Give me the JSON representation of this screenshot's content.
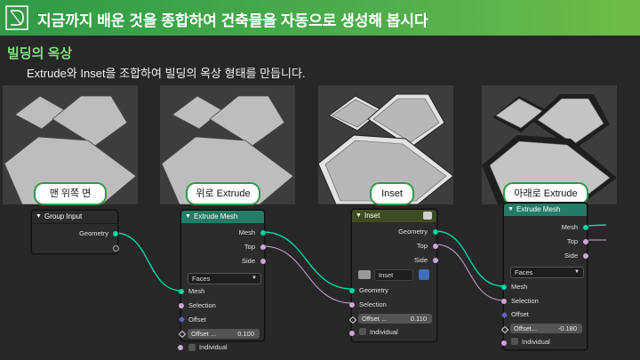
{
  "banner": {
    "title": "지금까지 배운 것을 종합하여 건축물을 자동으로 생성해 봅시다"
  },
  "section": {
    "title": "빌딩의 옥상",
    "description": "Extrude와 Inset을 조합하여 빌딩의 옥상 형태를 만듭니다."
  },
  "steps": [
    {
      "label": "맨 위쪽 면"
    },
    {
      "label": "위로 Extrude"
    },
    {
      "label": "Inset"
    },
    {
      "label": "아래로 Extrude"
    }
  ],
  "nodes": {
    "group_input": {
      "title": "Group Input",
      "outputs": [
        "Geometry"
      ]
    },
    "extrude1": {
      "title": "Extrude Mesh",
      "outputs": [
        "Mesh",
        "Top",
        "Side"
      ],
      "mode": "Faces",
      "inputs": [
        "Mesh",
        "Selection",
        "Offset"
      ],
      "offset_label": "Offset ...",
      "offset_value": "0.100",
      "individual": "Individual"
    },
    "inset": {
      "title": "Inset",
      "outputs": [
        "Geometry",
        "Top",
        "Side"
      ],
      "op_name": "Inset",
      "inputs": [
        "Geometry",
        "Selection"
      ],
      "offset_label": "Offset ...",
      "offset_value": "0.110",
      "individual": "Individual"
    },
    "extrude2": {
      "title": "Extrude Mesh",
      "outputs": [
        "Mesh",
        "Top",
        "Side"
      ],
      "mode": "Faces",
      "inputs": [
        "Mesh",
        "Selection",
        "Offset"
      ],
      "offset_label": "Offset...",
      "offset_value": "-0.180",
      "individual": "Individual"
    }
  },
  "colors": {
    "banner_green": "#3fa64a",
    "section_title": "#7fe07f",
    "node_header_extrude": "#247b66",
    "node_header_inset": "#3f4d24",
    "geometry_wire": "#00d6a3",
    "boolean_wire": "#cca6d6"
  }
}
